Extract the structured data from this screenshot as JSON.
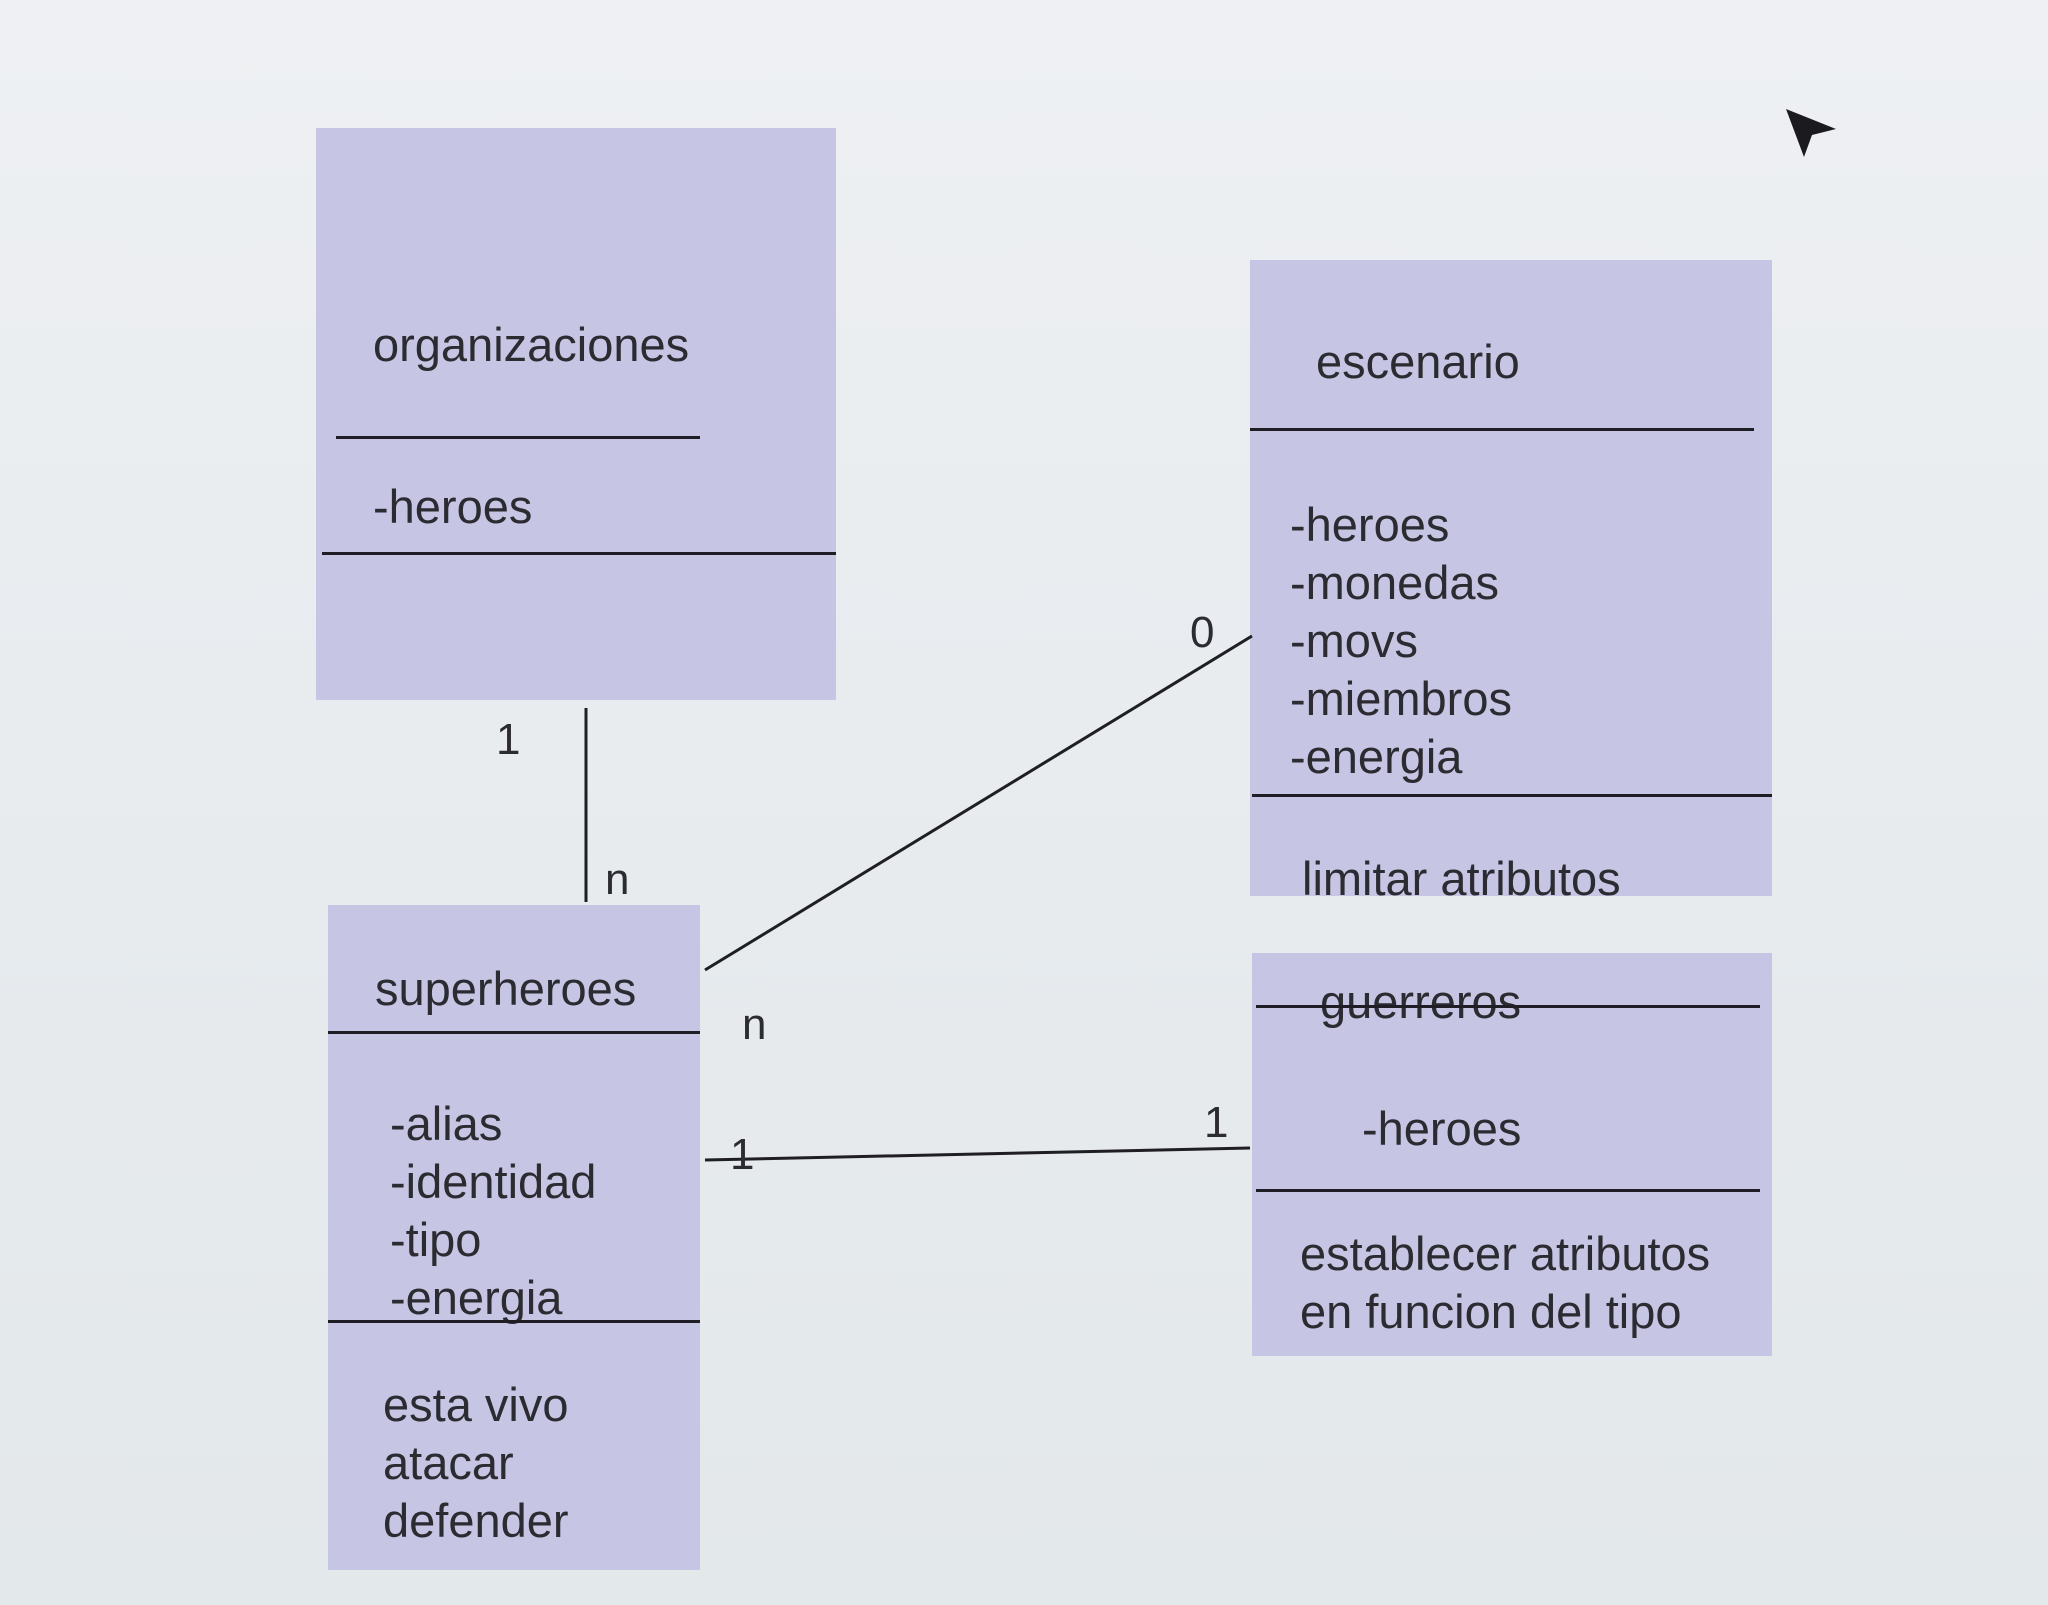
{
  "diagram": {
    "classes": {
      "organizaciones": {
        "name": "organizaciones",
        "attributes": [
          "-heroes"
        ],
        "methods": []
      },
      "escenario": {
        "name": "escenario",
        "attributes": [
          "-heroes",
          "-monedas",
          "-movs",
          "-miembros",
          "-energia"
        ],
        "methods": [
          "limitar atributos"
        ]
      },
      "superheroes": {
        "name": "superheroes",
        "attributes": [
          "-alias",
          "-identidad",
          "-tipo",
          "-energia"
        ],
        "methods": [
          "esta vivo",
          "atacar",
          "defender"
        ]
      },
      "guerreros": {
        "name": "guerreros",
        "attributes": [
          "-heroes"
        ],
        "methods": [
          "establecer atributos",
          "en funcion del tipo"
        ]
      }
    },
    "relations": {
      "org_super": {
        "from": "organizaciones",
        "to": "superheroes",
        "from_mult": "1",
        "to_mult": "n"
      },
      "super_escenario": {
        "from": "superheroes",
        "to": "escenario",
        "from_mult": "n",
        "to_mult": "0"
      },
      "super_guerreros": {
        "from": "superheroes",
        "to": "guerreros",
        "from_mult": "1",
        "to_mult": "1"
      }
    }
  }
}
